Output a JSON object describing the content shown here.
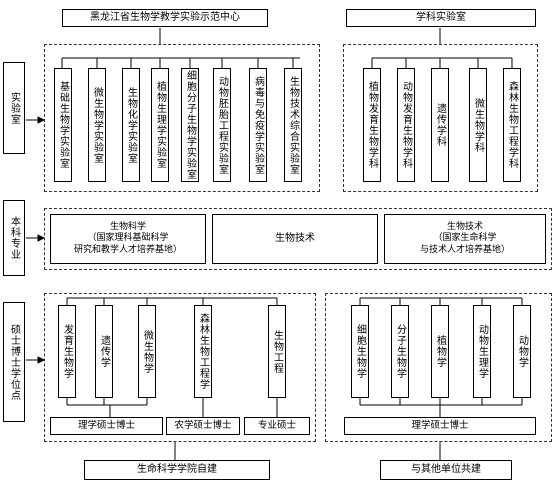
{
  "top_labels": {
    "center": "黑龙江省生物学教学实验示范中心",
    "discipline": "学科实验室"
  },
  "row_labels": {
    "lab": "实验室",
    "undergrad": "本科专业",
    "graduate": "硕士博士学位点"
  },
  "teaching_labs": [
    "基础生物学实验室",
    "微生物学实验室",
    "生物化学实验室",
    "植物生理学实验室",
    "细胞分子生物学实验室",
    "动物胚胎工程实验室",
    "病毒与免疫学实验室",
    "生物技术综合实验室"
  ],
  "discipline_labs": [
    "植物发育生物学科",
    "动物发育生物学科",
    "遗传学科",
    "微生物学科",
    "森林生物工程学科"
  ],
  "majors": {
    "bio_science": "生物科学\n（国家理科基础科学\n研究和教学人才培养基地）",
    "biotech_mid": "生物技术",
    "biotech_right": "生物技术\n（国家生命科学\n与技术人才培养基地）"
  },
  "grad_left": [
    "发育生物学",
    "遗传学",
    "微生物学",
    "森林生物工程学",
    "生物工程"
  ],
  "grad_right": [
    "细胞生物学",
    "分子生物学",
    "植物学",
    "动物生理学",
    "动物学"
  ],
  "degrees": {
    "science_left": "理学硕士博士",
    "agri": "农学硕士博士",
    "professional": "专业硕士",
    "science_right": "理学硕士博士"
  },
  "bottom_labels": {
    "self_built": "生命科学学院自建",
    "co_built": "与其他单位共建"
  }
}
